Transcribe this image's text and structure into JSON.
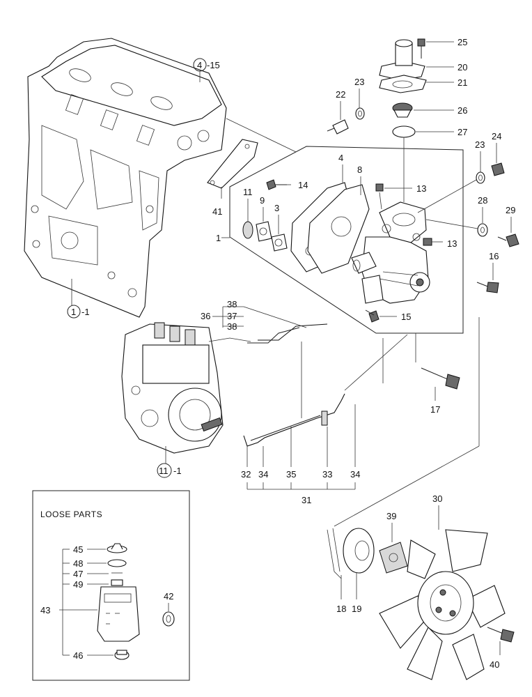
{
  "loose_parts_title": "LOOSE PARTS",
  "callouts": {
    "c4": "4",
    "c4_suffix": "-15",
    "c1": "1",
    "c1_suffix": "-1",
    "c11": "11",
    "c11_suffix": "-1"
  },
  "labels": {
    "p25": "25",
    "p20": "20",
    "p21": "21",
    "p23a": "23",
    "p22": "22",
    "p26": "26",
    "p27": "27",
    "p23b": "23",
    "p24": "24",
    "p4": "4",
    "p8": "8",
    "p14": "14",
    "p13a": "13",
    "p11": "11",
    "p9": "9",
    "p3": "3",
    "p28": "28",
    "p29": "29",
    "p41": "41",
    "p1": "1",
    "p13b": "13",
    "p16": "16",
    "p38a": "38",
    "p36": "36",
    "p37": "37",
    "p38b": "38",
    "p15": "15",
    "p17": "17",
    "p32": "32",
    "p34a": "34",
    "p35": "35",
    "p33": "33",
    "p34b": "34",
    "p31": "31",
    "p30": "30",
    "p39": "39",
    "p45": "45",
    "p48": "48",
    "p47": "47",
    "p49": "49",
    "p43": "43",
    "p42": "42",
    "p46": "46",
    "p18": "18",
    "p19": "19",
    "p40": "40"
  }
}
